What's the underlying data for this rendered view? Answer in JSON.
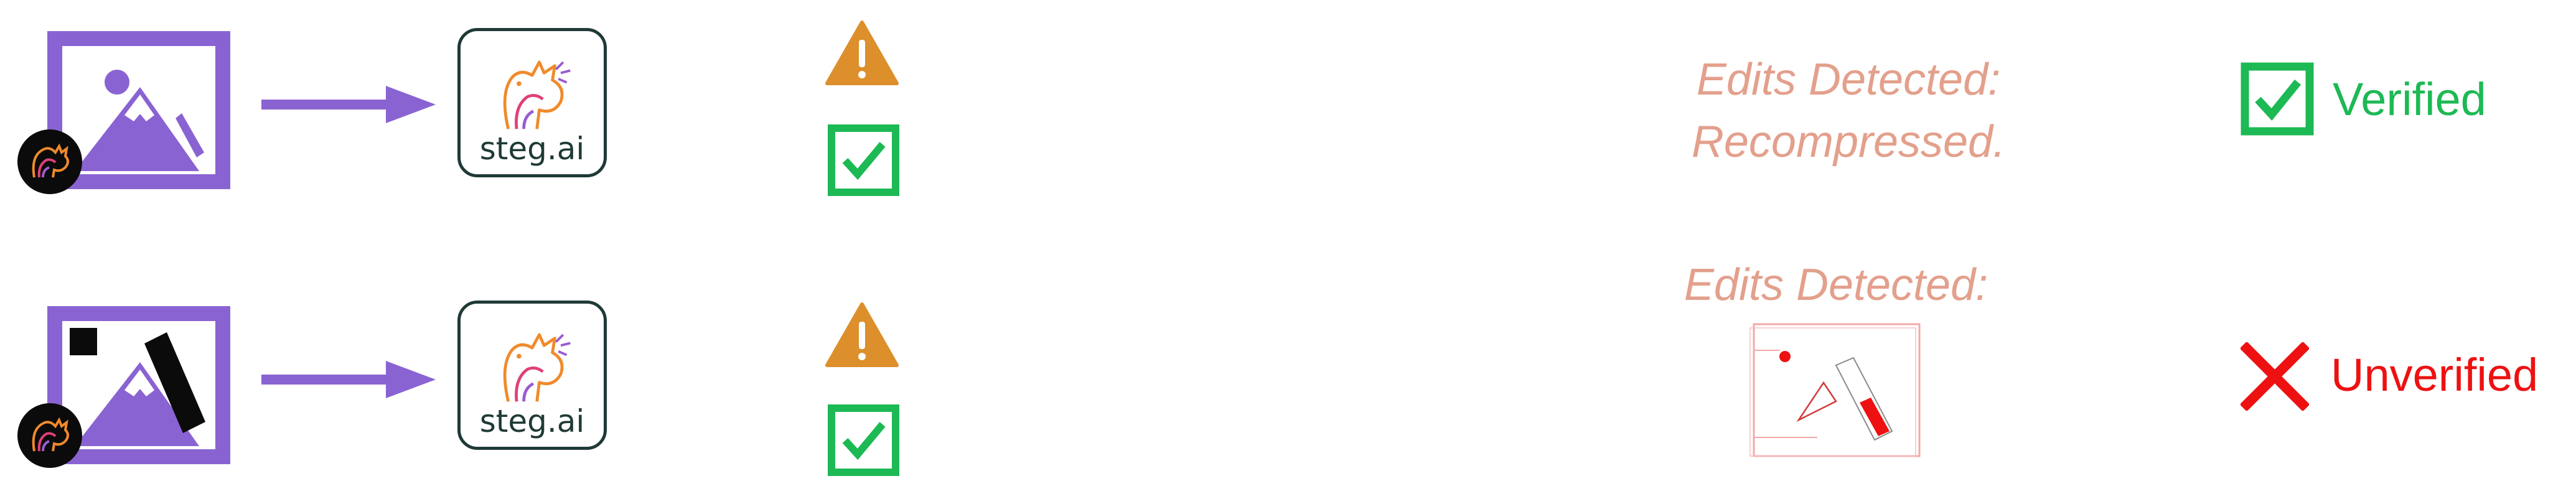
{
  "rows": [
    {
      "logo_text": "steg.ai",
      "edits_lines": [
        "Edits Detected:",
        "Recompressed."
      ],
      "status_label": "Verified",
      "status": "verified"
    },
    {
      "logo_text": "steg.ai",
      "edits_lines": [
        "Edits Detected:"
      ],
      "status_label": "Unverified",
      "status": "unverified"
    }
  ],
  "icons": {
    "source_image": "image-icon",
    "edited_image": "edited-image-icon",
    "watermark_badge": "cat-watermark-icon",
    "arrow": "arrow-right-icon",
    "warning": "warning-icon",
    "check": "check-icon",
    "cross": "cross-icon",
    "edit_map": "edit-map-thumbnail-icon"
  },
  "colors": {
    "image_icon": "#8a63d2",
    "arrow": "#8a63d2",
    "logo_border": "#1f3a37",
    "warning": "#dc8f2b",
    "check": "#1db954",
    "edits_text": "#e3a08c",
    "verified": "#1db954",
    "unverified": "#ee1111"
  }
}
